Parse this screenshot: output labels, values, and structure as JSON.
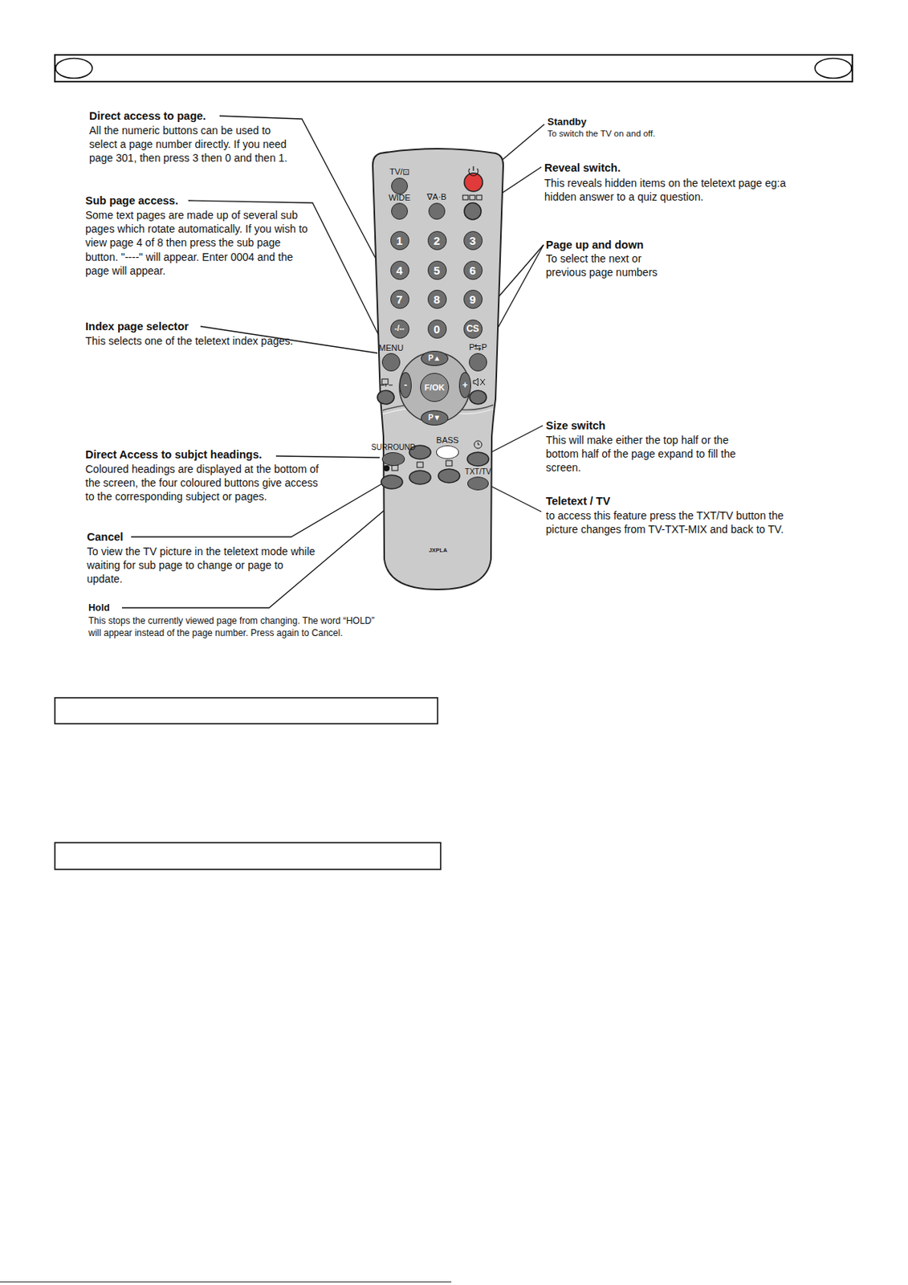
{
  "diagram": {
    "nodes": [
      {
        "text": [
          "JXPLA"
        ]
      },
      {
        "text": [
          "TV/⊡"
        ],
        "in": 0
      },
      {
        "text": [
          "WIDE"
        ],
        "in": 0
      },
      {
        "text": [
          "∇A·B"
        ],
        "in": 0
      },
      {
        "text": [
          "1"
        ],
        "in": 0
      },
      {
        "text": [
          "2"
        ],
        "in": 0
      },
      {
        "text": [
          "3"
        ],
        "in": 0
      },
      {
        "text": [
          "4"
        ],
        "in": 0
      },
      {
        "text": [
          "5"
        ],
        "in": 0
      },
      {
        "text": [
          "6"
        ],
        "in": 0
      },
      {
        "text": [
          "7"
        ],
        "in": 0
      },
      {
        "text": [
          "8"
        ],
        "in": 0
      },
      {
        "text": [
          "9"
        ],
        "in": 0
      },
      {
        "text": [
          "-/--"
        ],
        "in": 0
      },
      {
        "text": [
          "0"
        ],
        "in": 0
      },
      {
        "text": [
          "CS"
        ],
        "in": 0
      },
      {
        "text": [
          "MENU"
        ],
        "in": 0
      },
      {
        "text": [
          "P▲"
        ],
        "in": 0
      },
      {
        "text": [
          "P⇆P"
        ],
        "in": 0
      },
      {
        "text": [
          "F/OK"
        ],
        "in": 0
      },
      {
        "text": [
          "-"
        ],
        "in": 0
      },
      {
        "text": [
          "+"
        ],
        "in": 0
      },
      {
        "text": [
          "P▼"
        ],
        "in": 0
      },
      {
        "text": [
          "SURROUND"
        ],
        "in": 0
      },
      {
        "text": [
          "BASS"
        ],
        "in": 0
      },
      {
        "text": [
          "TXT/TV"
        ],
        "in": 0
      }
    ],
    "labels": [
      "Direct access to page.",
      "All the numeric buttons can be used to select a page number directly. If you need page 301, then press 3 then 0 and then 1.",
      "Sub page access.",
      "Some text pages are made up of several sub pages which rotate automatically. If you wish to view page 4 of 8 then press the sub page button. \"----\" will appear. Enter 0004 and the page will appear.",
      "Index page selector",
      "This selects one of the teletext index pages.",
      "Direct Access to subjct headings.",
      "Coloured headings are displayed at the bottom of the screen, the four coloured buttons give access to the corresponding subject or pages.",
      "Cancel",
      "To view the TV picture in the teletext mode while waiting for sub page to change or page to update.",
      "Hold",
      "This stops the currently viewed page from changing. The word “HOLD” will appear instead of the page number. Press again to Cancel.",
      "Standby",
      "To switch the TV on and off.",
      "Reveal switch.",
      "This reveals hidden items on the teletext page eg:a hidden answer to a quiz question.",
      "Page up and down",
      "To select the next or previous page numbers",
      "Size switch",
      "This will make either the top half or the bottom half of the page expand to fill the screen.",
      "Teletext / TV",
      "to access this feature  press the TXT/TV button the picture changes from TV-TXT-MIX and back to TV."
    ]
  }
}
